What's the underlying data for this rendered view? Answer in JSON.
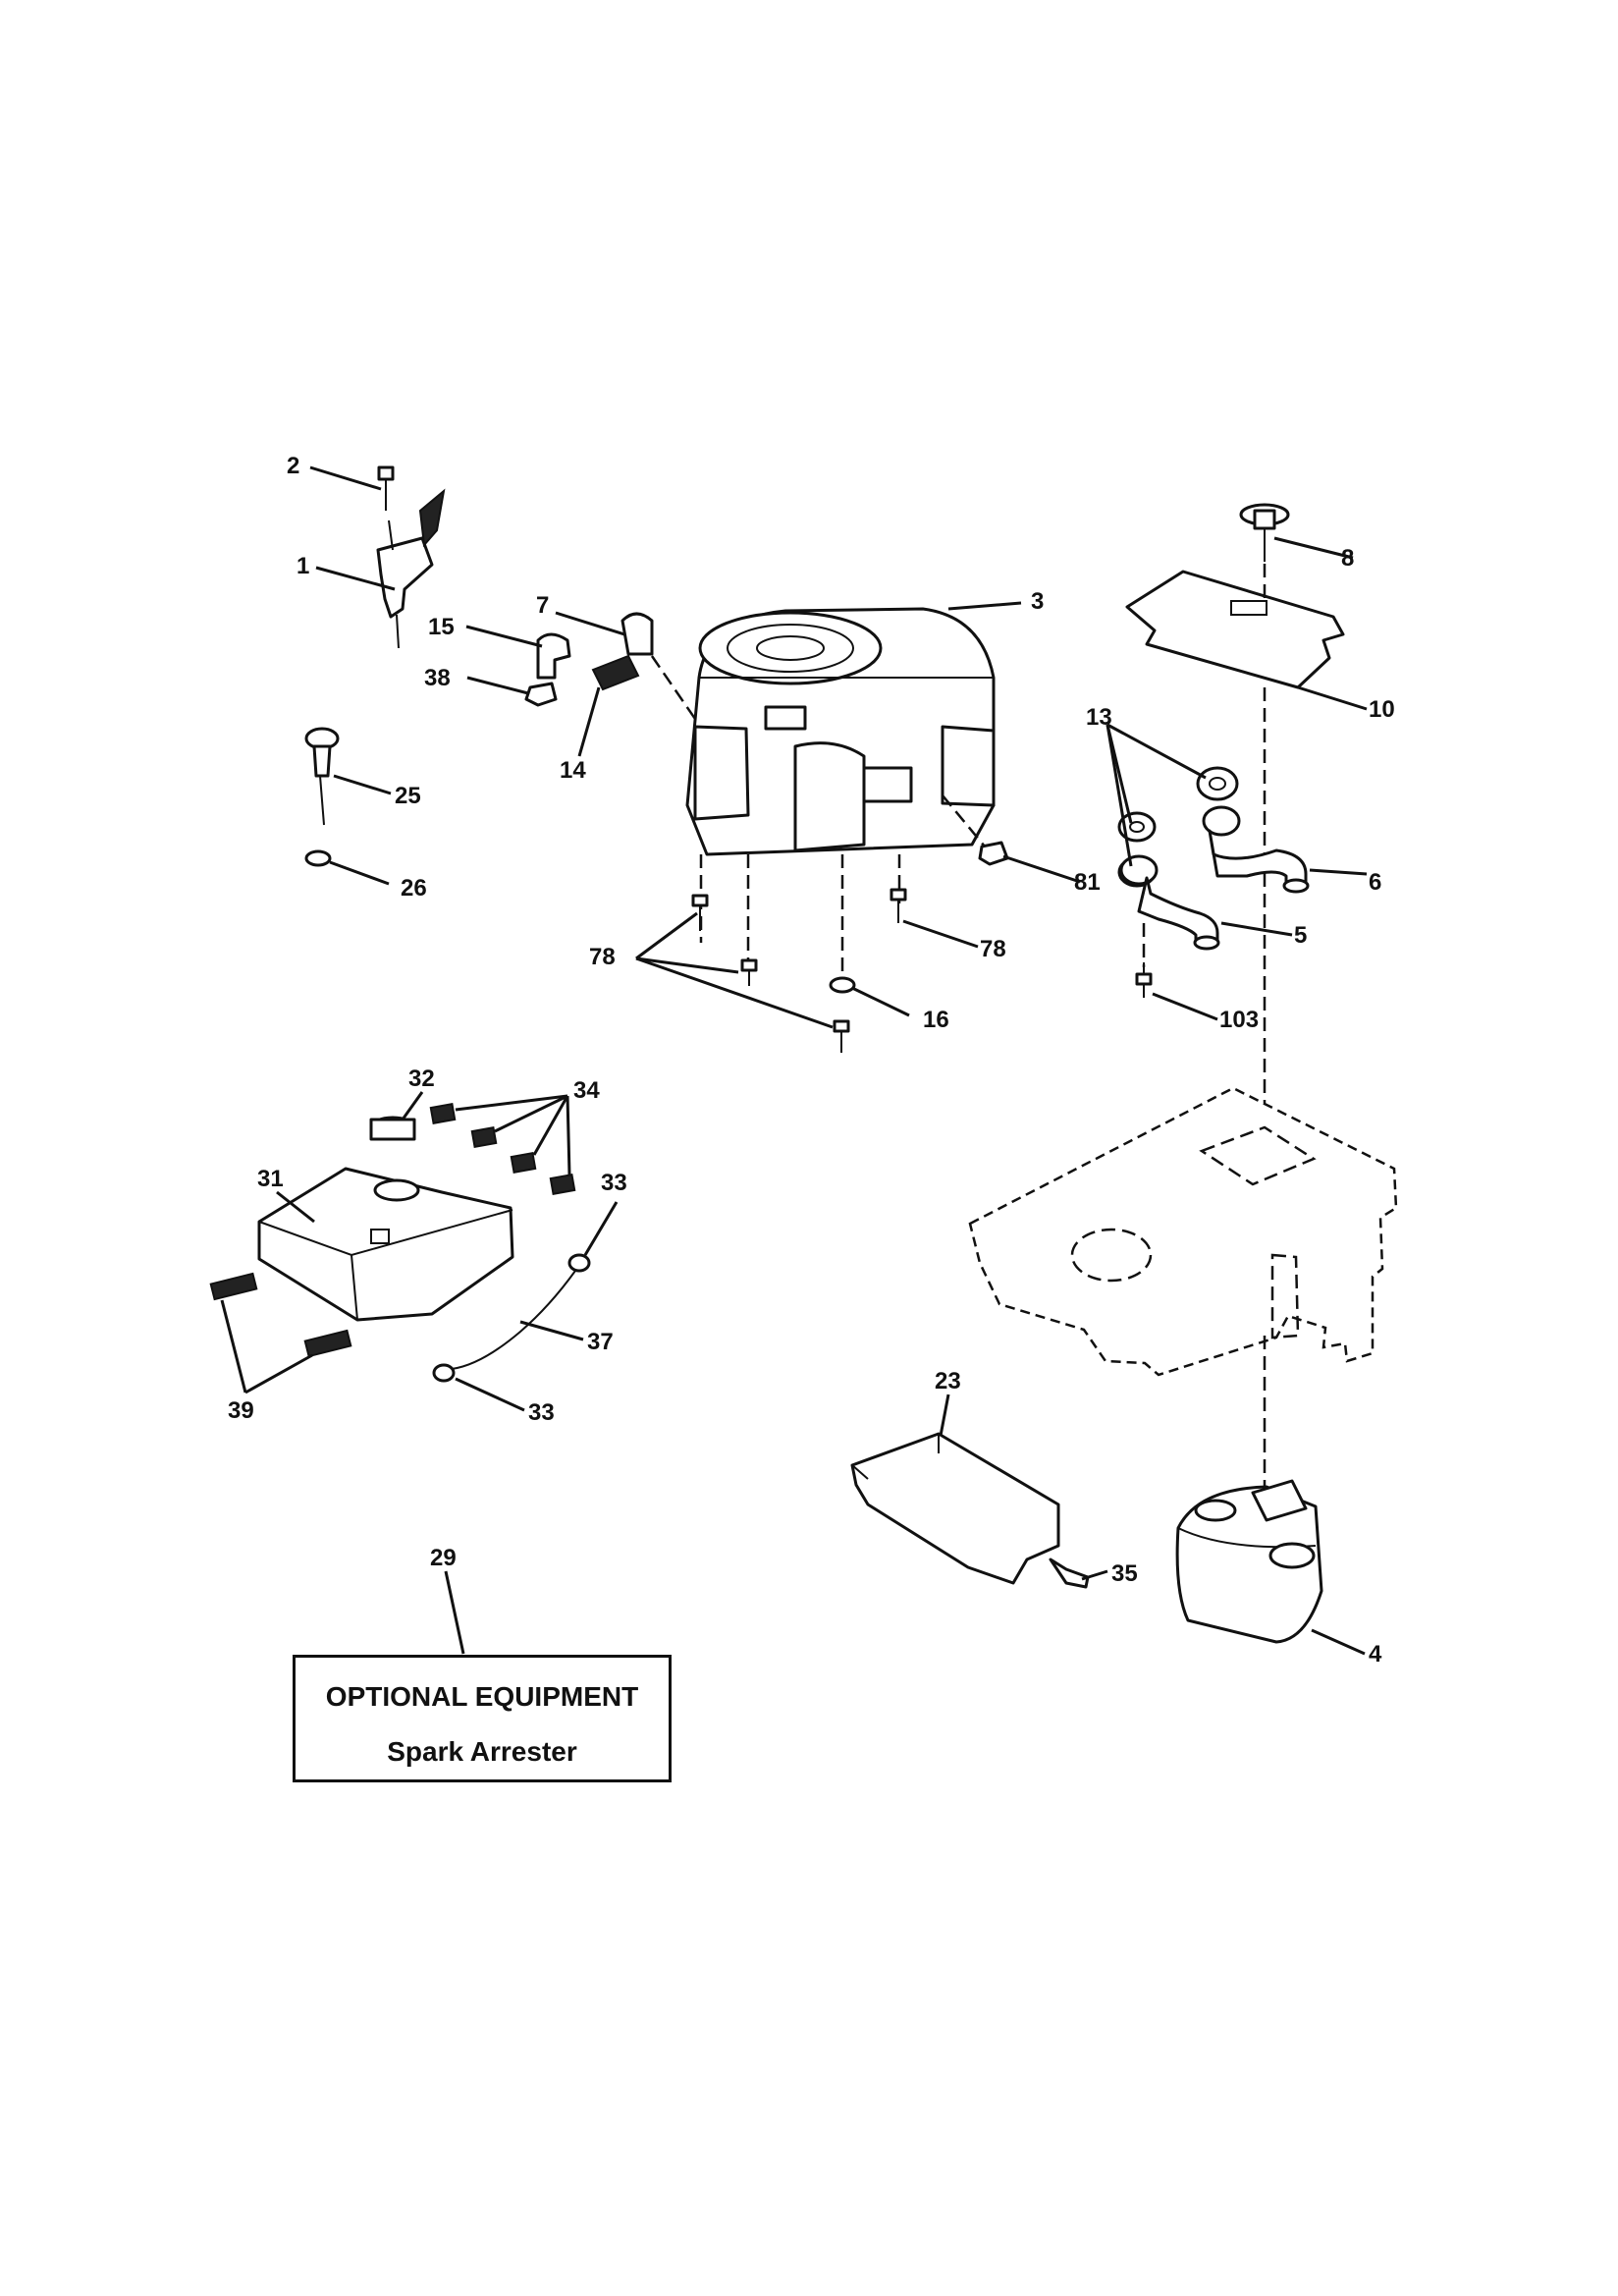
{
  "labels": {
    "p1": "1",
    "p2": "2",
    "p3": "3",
    "p4": "4",
    "p5": "5",
    "p6": "6",
    "p7": "7",
    "p8": "8",
    "p10": "10",
    "p13": "13",
    "p14": "14",
    "p15": "15",
    "p16": "16",
    "p23": "23",
    "p25": "25",
    "p26": "26",
    "p29": "29",
    "p31": "31",
    "p32": "32",
    "p33a": "33",
    "p33b": "33",
    "p34": "34",
    "p35": "35",
    "p37": "37",
    "p38": "38",
    "p39": "39",
    "p78a": "78",
    "p78b": "78",
    "p81": "81",
    "p103": "103"
  },
  "optional_box": {
    "title": "OPTIONAL EQUIPMENT",
    "subtitle": "Spark Arrester"
  }
}
